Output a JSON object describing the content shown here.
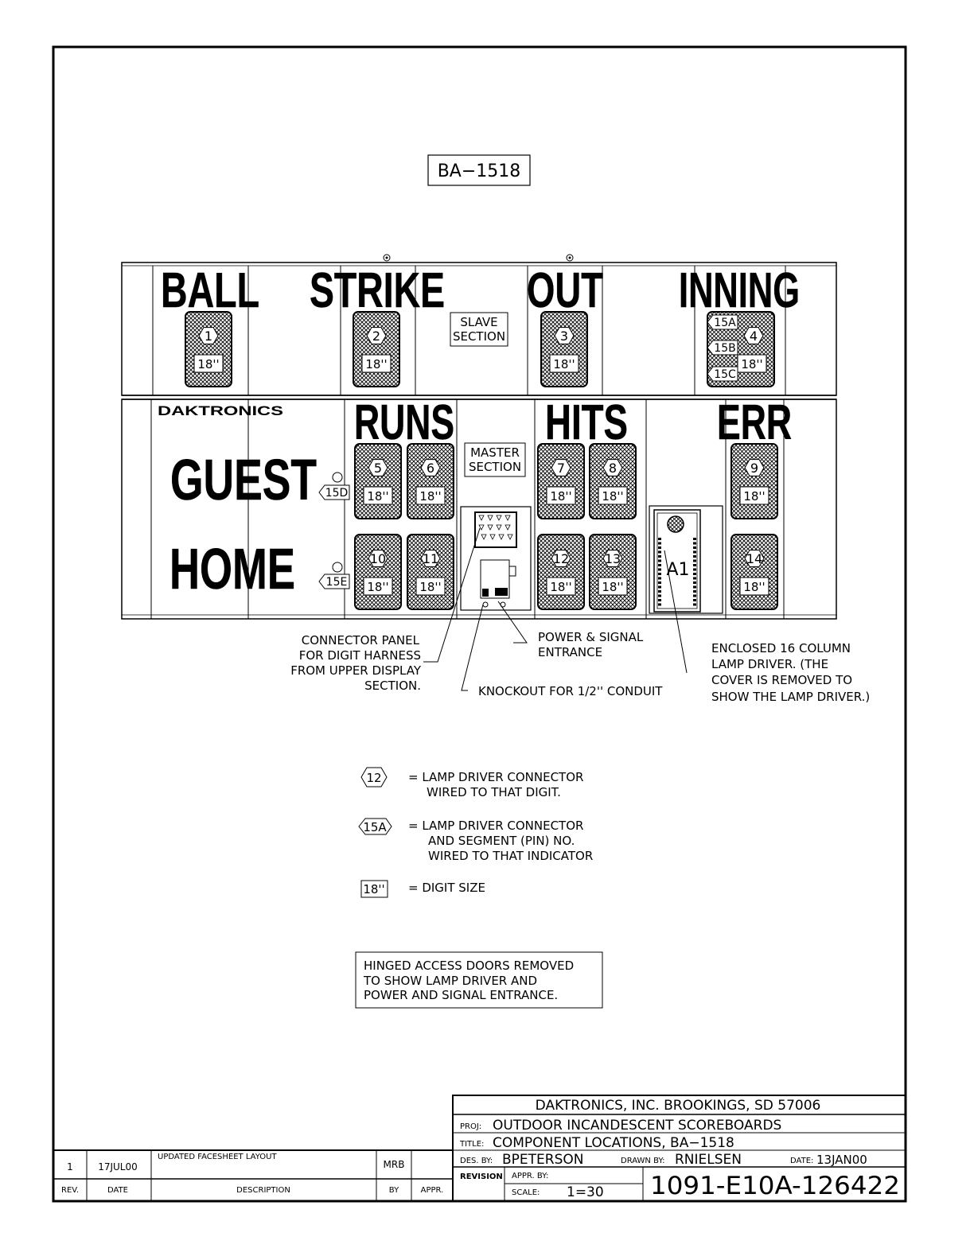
{
  "title_label": "BA−1518",
  "board": {
    "headings": {
      "ball": "BALL",
      "strike": "STRIKE",
      "out": "OUT",
      "inning": "INNING",
      "runs": "RUNS",
      "hits": "HITS",
      "err": "ERR",
      "guest": "GUEST",
      "home": "HOME",
      "brand": "DAKTRONICS"
    },
    "slave_section": [
      "SLAVE",
      "SECTION"
    ],
    "master_section": [
      "MASTER",
      "SECTION"
    ],
    "lamp_driver_id": "A1",
    "digit_size": "18''",
    "digits": [
      "1",
      "2",
      "3",
      "4",
      "5",
      "6",
      "7",
      "8",
      "9",
      "10",
      "11",
      "12",
      "13",
      "14"
    ],
    "indicators": [
      "15A",
      "15B",
      "15C",
      "15D",
      "15E"
    ]
  },
  "callouts": {
    "connector_panel": [
      "CONNECTOR  PANEL",
      "FOR  DIGIT  HARNESS",
      "FROM  UPPER  DISPLAY",
      "SECTION."
    ],
    "power_signal": [
      "POWER  &  SIGNAL",
      "ENTRANCE"
    ],
    "knockout": "KNOCKOUT  FOR  1/2''  CONDUIT",
    "lamp_driver": [
      "ENCLOSED  16  COLUMN",
      "LAMP  DRIVER.   (THE",
      "COVER  IS  REMOVED  TO",
      "SHOW  THE  LAMP  DRIVER.)"
    ]
  },
  "legend": {
    "item1_symbol": "12",
    "item1_text": [
      "=  LAMP  DRIVER  CONNECTOR",
      "WIRED  TO  THAT  DIGIT."
    ],
    "item2_symbol": "15A",
    "item2_text": [
      "=  LAMP  DRIVER  CONNECTOR",
      "AND  SEGMENT  (PIN)  NO.",
      "WIRED  TO  THAT  INDICATOR"
    ],
    "item3_symbol": "18''",
    "item3_text": "=  DIGIT  SIZE"
  },
  "note_box": [
    "HINGED  ACCESS  DOORS  REMOVED",
    "TO  SHOW  LAMP  DRIVER  AND",
    "POWER  AND  SIGNAL  ENTRANCE."
  ],
  "title_block": {
    "company": "DAKTRONICS,  INC.    BROOKINGS,  SD  57006",
    "proj_label": "PROJ:",
    "proj": "OUTDOOR  INCANDESCENT  SCOREBOARDS",
    "title_label": "TITLE:",
    "title": "COMPONENT  LOCATIONS,  BA−1518",
    "des_label": "DES.  BY:",
    "des_by": "BPETERSON",
    "drawn_label": "DRAWN  BY:",
    "drawn_by": "RNIELSEN",
    "date_label": "DATE:",
    "date": "13JAN00",
    "revision_label": "REVISION",
    "appr_label": "APPR.  BY:",
    "scale_label": "SCALE:",
    "scale": "1=30",
    "drawing_number": "1091-E10A-126422"
  },
  "revision_table": {
    "rev": "1",
    "date": "17JUL00",
    "description": "UPDATED  FACESHEET  LAYOUT",
    "by": "MRB",
    "appr": "",
    "headers": {
      "rev": "REV.",
      "date": "DATE",
      "description": "DESCRIPTION",
      "by": "BY",
      "appr": "APPR."
    }
  }
}
